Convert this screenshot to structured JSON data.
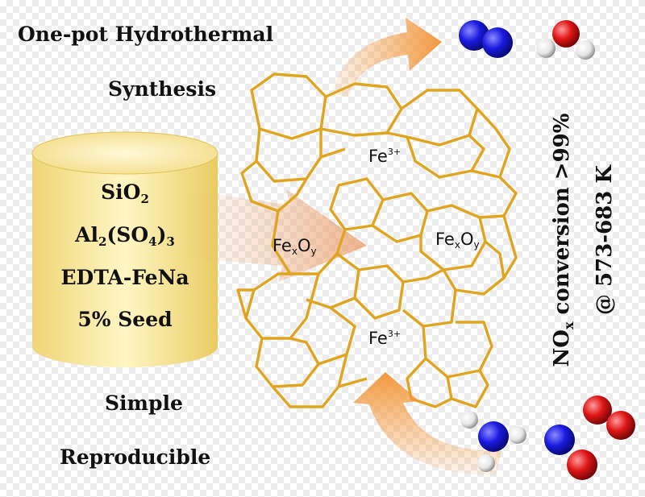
{
  "title": {
    "line1": "One-pot Hydrothermal",
    "line2": "Synthesis"
  },
  "reactants": {
    "line1_a": "SiO",
    "line1_sub": "2",
    "line2_a": "Al",
    "line2_sub1": "2",
    "line2_b": "(SO",
    "line2_sub2": "4",
    "line2_c": ")",
    "line2_sub3": "3",
    "line3": "EDTA-FeNa",
    "line4": "5% Seed"
  },
  "sites": {
    "fe_ion_top": {
      "base": "Fe",
      "sup": "3+"
    },
    "fe_ion_bottom": {
      "base": "Fe",
      "sup": "3+"
    },
    "oxide_left": {
      "a": "Fe",
      "x": "x",
      "b": "O",
      "y": "y"
    },
    "oxide_right": {
      "a": "Fe",
      "x": "x",
      "b": "O",
      "y": "y"
    }
  },
  "conversion": {
    "a": "NO",
    "sub": "x",
    "b": " conversion >99%",
    "line2": "@ 573-683 K"
  },
  "features": {
    "line1": "Simple",
    "line2": "Reproducible"
  },
  "colors": {
    "cylinder_light": "#fff4b8",
    "cylinder_dark": "#e8c85a",
    "framework": "#e0a51e",
    "arrow": "#f6a04b",
    "n_blue": "#1a1ae0",
    "o_red": "#e01515",
    "h_white": "#f0f0f0"
  },
  "icons": [
    "n2-molecule-icon",
    "h2o-molecule-icon",
    "nh3-molecule-icon",
    "no-molecule-icon",
    "o2-molecule-icon"
  ]
}
